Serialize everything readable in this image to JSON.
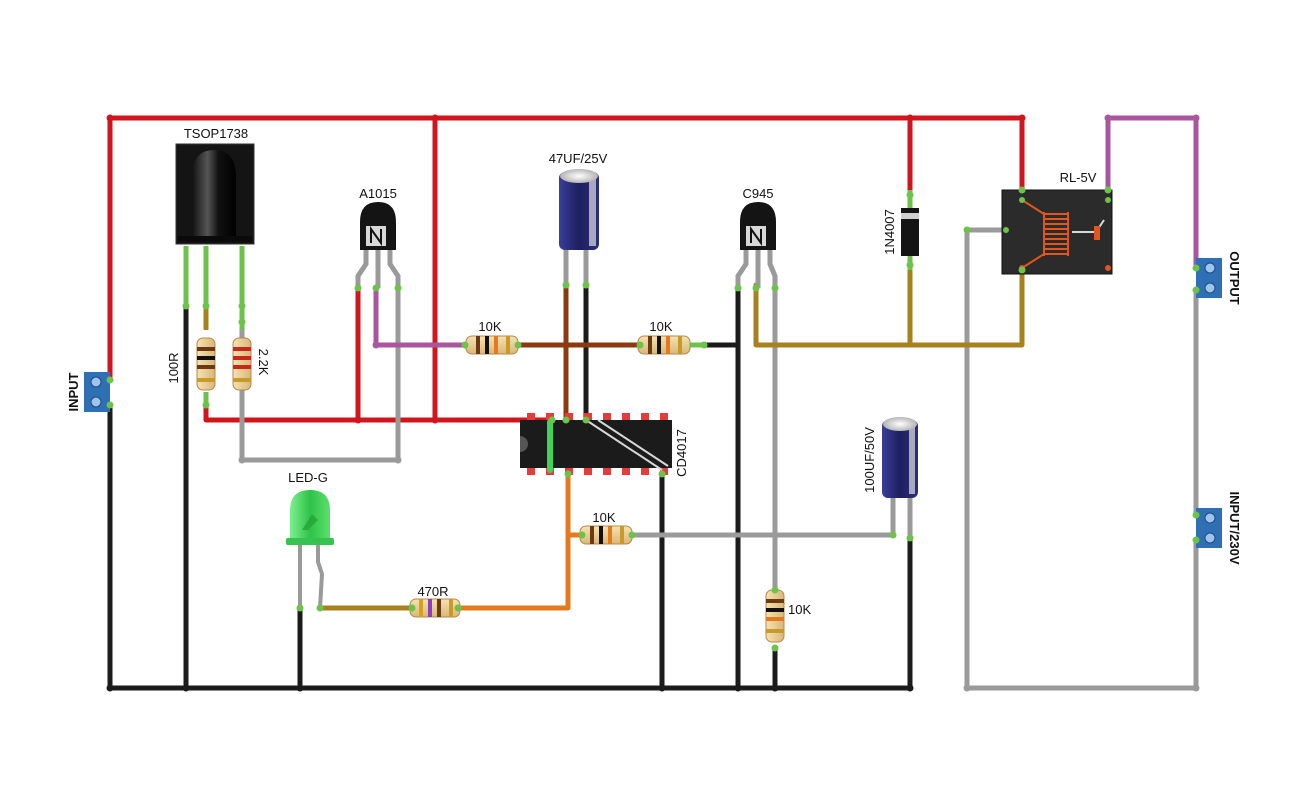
{
  "labels": {
    "ir_receiver": "TSOP1738",
    "pnp_transistor": "A1015",
    "npn_transistor": "C945",
    "cap_47": "47UF/25V",
    "cap_100": "100UF/50V",
    "diode": "1N4007",
    "relay": "RL-5V",
    "ic": "CD4017",
    "led": "LED-G",
    "r_100": "100R",
    "r_2k2": "2.2K",
    "r_10k_a": "10K",
    "r_10k_b": "10K",
    "r_10k_c": "10K",
    "r_10k_d": "10K",
    "r_470": "470R",
    "input": "INPUT",
    "output": "OUTPUT",
    "input_230": "INPUT/230V"
  },
  "colors": {
    "red": "#d0161c",
    "black": "#1b1b1b",
    "gray": "#9a9a9a",
    "purple": "#a9569f",
    "brown": "#8b3a10",
    "olive": "#a8801e",
    "orange": "#e57a1c",
    "green_pin": "#6cc24a",
    "terminal": "#2f6fb3",
    "cap_body": "#262870",
    "led": "#3fd35a"
  }
}
